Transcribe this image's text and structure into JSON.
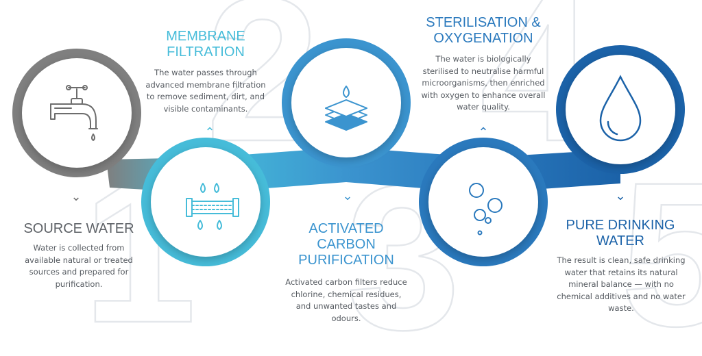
{
  "steps": [
    {
      "number": "1",
      "title": "SOURCE WATER",
      "description": "Water is collected from available natural or treated sources and prepared for purification.",
      "icon": "faucet-icon",
      "color": "#7f7f7f"
    },
    {
      "number": "2",
      "title_line1": "MEMBRANE",
      "title_line2": "FILTRATION",
      "description": "The water passes through advanced membrane filtration to remove sediment, dirt, and visible contaminants.",
      "icon": "membrane-filter-icon",
      "color": "#46bcd9"
    },
    {
      "number": "3",
      "title_line1": "ACTIVATED",
      "title_line2": "CARBON",
      "title_line3": "PURIFICATION",
      "description": "Activated carbon filters reduce chlorine, chemical residues, and unwanted tastes and odours.",
      "icon": "carbon-layers-icon",
      "color": "#3b94cf"
    },
    {
      "number": "4",
      "title_line1": "STERILISATION &",
      "title_line2": "OXYGENATION",
      "description": "The water is biologically sterilised to neutralise harmful microorganisms, then enriched with oxygen to enhance overall water quality.",
      "icon": "oxygen-bubbles-icon",
      "color": "#2a79bd"
    },
    {
      "number": "5",
      "title_line1": "PURE DRINKING",
      "title_line2": "WATER",
      "description": "The result is clean, safe drinking water that retains its natural mineral balance — with no chemical additives and no water waste.",
      "icon": "water-drop-icon",
      "color": "#1b62a8"
    }
  ]
}
